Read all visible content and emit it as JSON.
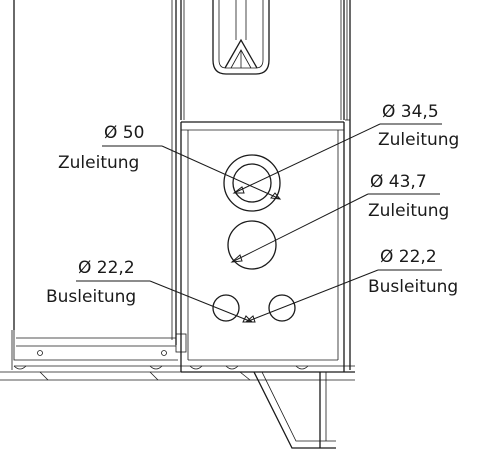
{
  "annotations": [
    {
      "id": "hole-50",
      "diameter": "Ø 50",
      "label": "Zuleitung"
    },
    {
      "id": "hole-34-5",
      "diameter": "Ø 34,5",
      "label": "Zuleitung"
    },
    {
      "id": "hole-43-7",
      "diameter": "Ø 43,7",
      "label": "Zuleitung"
    },
    {
      "id": "hole-22-2-left",
      "diameter": "Ø 22,2",
      "label": "Busleitung"
    },
    {
      "id": "hole-22-2-right",
      "diameter": "Ø 22,2",
      "label": "Busleitung"
    }
  ]
}
